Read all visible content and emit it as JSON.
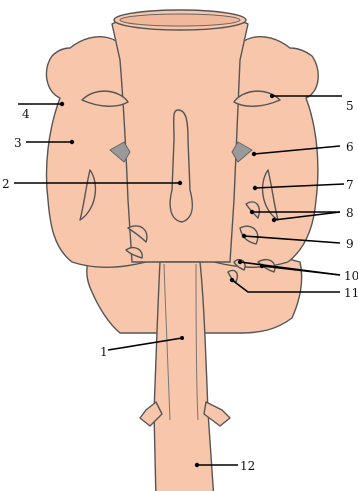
{
  "colors": {
    "tissue": "#f7c6ab",
    "outline": "#555555",
    "shadow": "#9a9a9a",
    "leader_lines": "#000000",
    "background": "#ffffff"
  },
  "labels": [
    "1",
    "2",
    "3",
    "4",
    "5",
    "6",
    "7",
    "8",
    "9",
    "10",
    "11",
    "12"
  ]
}
